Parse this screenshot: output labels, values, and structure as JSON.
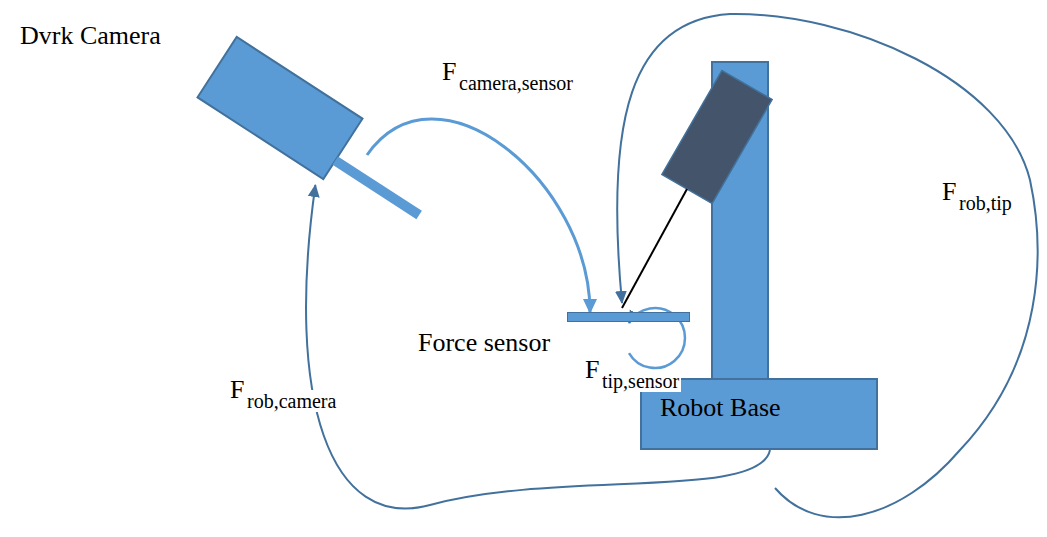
{
  "diagram": {
    "nodes": [
      {
        "text": [
          "Dvrk Camera"
        ]
      },
      {
        "text": [
          "Force sensor"
        ]
      },
      {
        "text": [
          "Robot Base"
        ]
      }
    ],
    "edges": [
      {
        "from": 0,
        "to": 1,
        "arrow": "to"
      },
      {
        "from": 2,
        "to": 0,
        "arrow": "to"
      }
    ],
    "labels": [
      "F",
      "camera,sensor",
      "F",
      "rob,tip",
      "F",
      "tip,sensor",
      "F",
      "rob,camera"
    ]
  }
}
